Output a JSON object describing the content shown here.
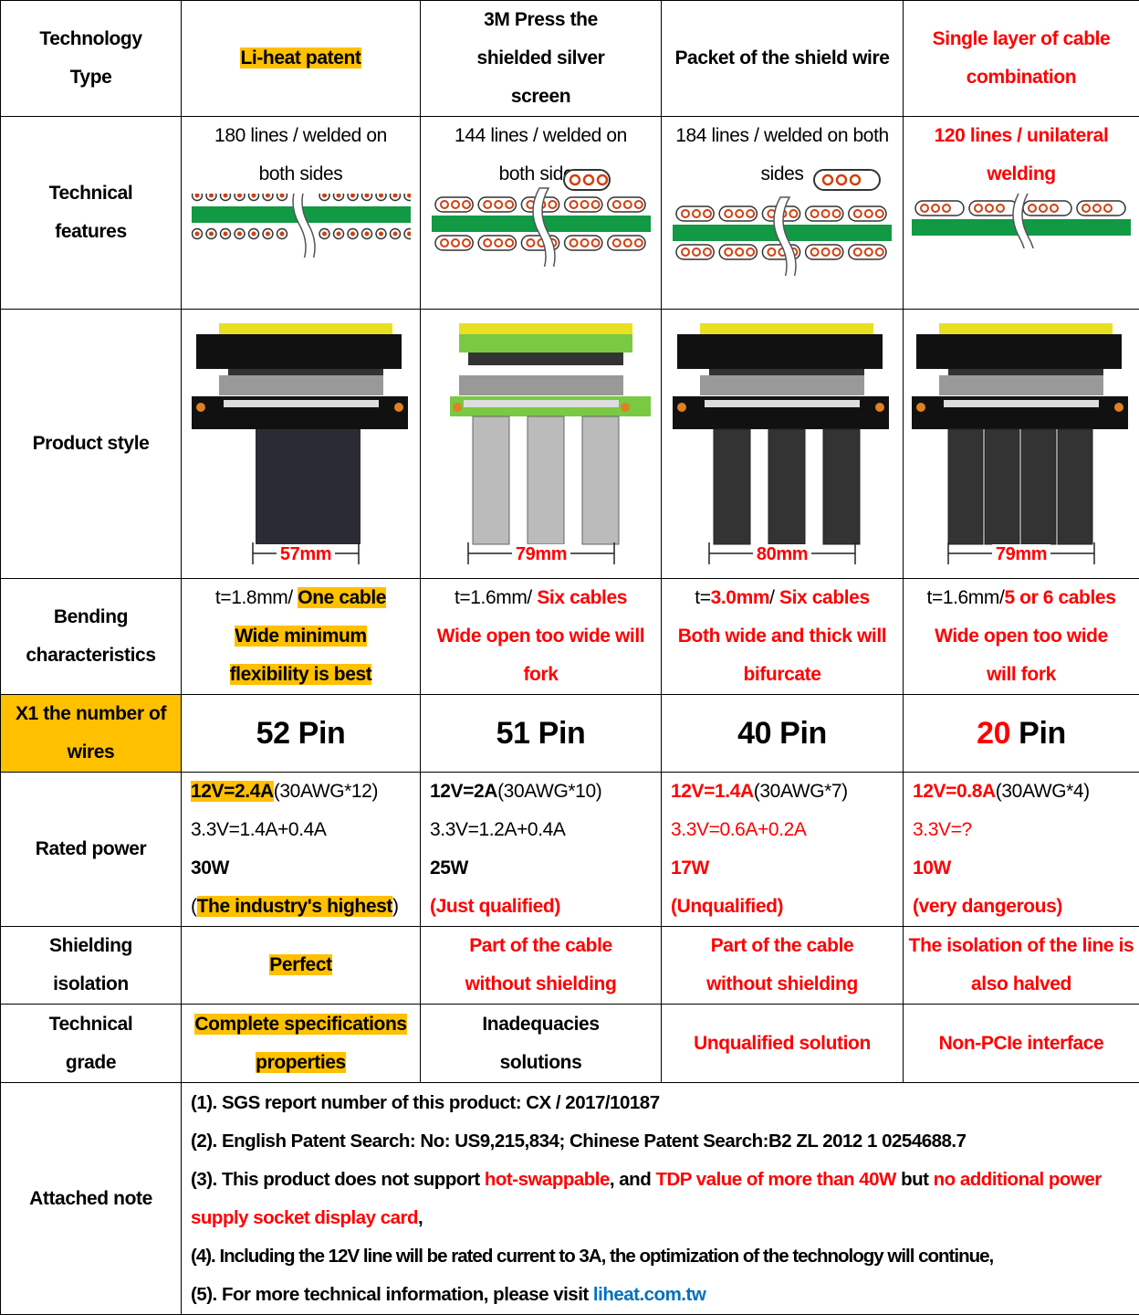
{
  "header": {
    "label": "Technology Type",
    "cols": [
      "Li-heat patent",
      "3M Press the shielded silver screen",
      "Packet of the shield wire",
      "Single layer of cable combination"
    ]
  },
  "features": {
    "label": "Technical features",
    "cols": [
      "180 lines / welded on both sides",
      "144 lines / welded on both sides",
      "184 lines / welded on both sides",
      "120 lines / unilateral welding"
    ]
  },
  "product": {
    "label": "Product style",
    "dims": [
      "57mm",
      "79mm",
      "80mm",
      "79mm"
    ]
  },
  "bending": {
    "label": "Bending characteristics",
    "c1": {
      "a": "t=1.8mm/ ",
      "b": "One cable",
      "c": "Wide minimum",
      "d": "flexibility is best"
    },
    "c2": {
      "a": "t=1.6mm/ ",
      "b": "Six cables",
      "c": "Wide open too wide will fork"
    },
    "c3": {
      "a": "t=",
      "b": "3.0mm",
      "c": "/ ",
      "d": "Six cables",
      "e": "Both wide and thick will bifurcate"
    },
    "c4": {
      "a": "t=1.6mm/",
      "b": "5 or 6 cables",
      "c": "Wide open too wide will fork"
    }
  },
  "pins": {
    "label": "X1 the number of wires",
    "cols": [
      {
        "n": "52",
        " u": ""
      },
      {
        "n": "51"
      },
      {
        "n": "40"
      },
      {
        "n": "20"
      }
    ],
    "unit": " Pin"
  },
  "power": {
    "label": "Rated power",
    "cols": [
      {
        "a": "12V=2.4A",
        "b": "(30AWG*12)",
        "c": "3.3V=1.4A+0.4A",
        "d": "30W",
        "e1": "(",
        "e": "The industry's highest",
        "e2": ")"
      },
      {
        "a": "12V=2A",
        "b": "(30AWG*10)",
        "c": "3.3V=1.2A+0.4A",
        "d": "25W",
        "e": "(Just qualified)"
      },
      {
        "a": "12V=1.4A",
        "b": "(30AWG*7)",
        "c": "3.3V=0.6A+0.2A",
        "d": "17W",
        "e": "(Unqualified)"
      },
      {
        "a": "12V=0.8A",
        "b": "(30AWG*4)",
        "c": "3.3V=?",
        "d": "10W",
        "e": "(very dangerous)"
      }
    ]
  },
  "shield": {
    "label": "Shielding isolation",
    "cols": [
      "Perfect",
      "Part of the cable without shielding",
      "Part of the cable without shielding",
      "The isolation of the line is also halved"
    ]
  },
  "grade": {
    "label": "Technical grade",
    "c1a": "Complete specifications",
    "c1b": "properties",
    "cols": [
      "Inadequacies solutions",
      "Unqualified solution",
      "Non-PCIe interface"
    ]
  },
  "notes": {
    "label": "Attached note",
    "n1": "(1). SGS report number of this product: CX / 2017/10187",
    "n2": "(2). English Patent Search: No: US9,215,834; Chinese Patent Search:B2 ZL 2012 1 0254688.7",
    "n3a": "(3). This product does not support ",
    "n3b": "hot-swappable",
    "n3c": ", and ",
    "n3d": "TDP value of more than 40W",
    "n3e": " but ",
    "n3f": "no additional power supply socket display card",
    "n3g": ",",
    "n4": "(4). Including the 12V line will be rated current to 3A, the optimization of the technology will continue,",
    "n5a": "(5). For more technical information, please visit ",
    "n5b": "liheat.com.tw"
  },
  "colors": {
    "highlight": "#ffc000",
    "red": "#ff0000",
    "link": "#0070c0",
    "pcb_green": "#119944"
  }
}
